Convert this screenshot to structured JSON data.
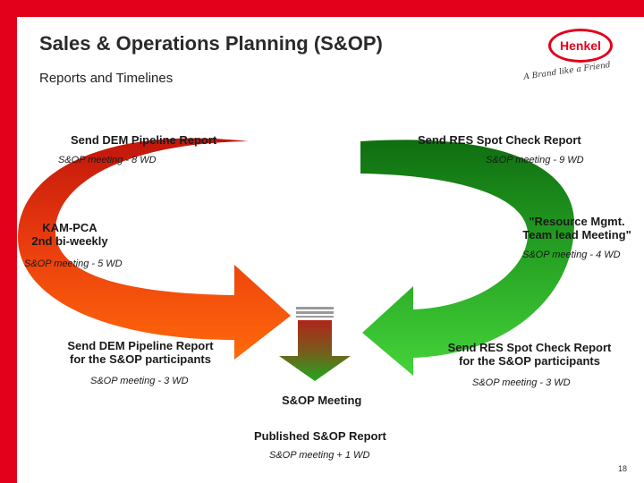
{
  "header": {
    "title": "Sales & Operations Planning (S&OP)",
    "subtitle": "Reports and Timelines"
  },
  "brand": {
    "logo_text": "Henkel",
    "slogan": "A Brand like a Friend",
    "color": "#e2001a"
  },
  "steps": {
    "top_left": {
      "label": "Send DEM Pipeline Report",
      "timing": "S&OP meeting - 8 WD"
    },
    "top_right": {
      "label": "Send RES Spot Check Report",
      "timing": "S&OP meeting - 9 WD"
    },
    "mid_left": {
      "label_line1": "KAM-PCA",
      "label_line2": "2nd bi-weekly",
      "timing": "S&OP meeting - 5 WD"
    },
    "mid_right": {
      "label_line1": "\"Resource Mgmt.",
      "label_line2": "Team lead Meeting\"",
      "timing": "S&OP meeting - 4 WD"
    },
    "low_left": {
      "label_line1": "Send DEM Pipeline Report",
      "label_line2": "for the S&OP participants",
      "timing": "S&OP meeting - 3 WD"
    },
    "low_right": {
      "label_line1": "Send RES Spot Check Report",
      "label_line2": "for the S&OP participants",
      "timing": "S&OP meeting - 3 WD"
    },
    "meeting": {
      "label": "S&OP Meeting"
    },
    "published": {
      "label": "Published S&OP Report",
      "timing": "S&OP meeting + 1 WD"
    }
  },
  "page": {
    "number": "18"
  },
  "colors": {
    "left_arrow_top": "#c0150c",
    "left_arrow_bottom": "#ff6a0a",
    "right_arrow_top": "#0f6e10",
    "right_arrow_bottom": "#45d43a",
    "center_arrow_top": "#b0251a",
    "center_arrow_bottom": "#21a81e"
  }
}
